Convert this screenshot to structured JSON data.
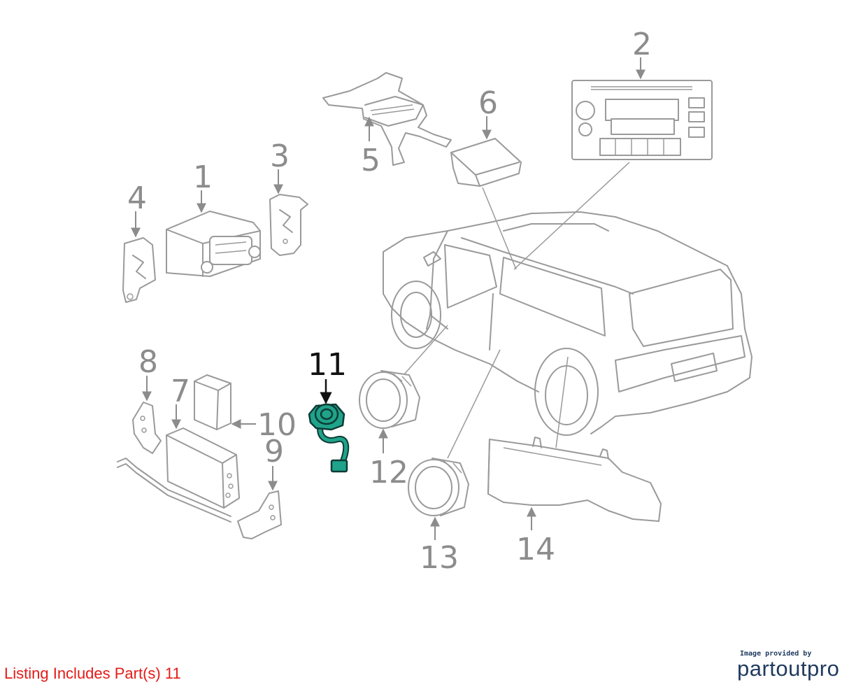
{
  "diagram": {
    "callouts": [
      "1",
      "2",
      "3",
      "4",
      "5",
      "6",
      "7",
      "8",
      "9",
      "10",
      "11",
      "12",
      "13",
      "14"
    ],
    "highlighted_part": "11",
    "highlight_color": "#1fa38a",
    "line_color": "#9a9a9a"
  },
  "footer": {
    "listing_text": "Listing Includes Part(s) 11",
    "listing_color": "#e41b17",
    "credit_caption": "Image provided by",
    "credit_brand": "partoutpro",
    "brand_color": "#1f3a5f"
  }
}
